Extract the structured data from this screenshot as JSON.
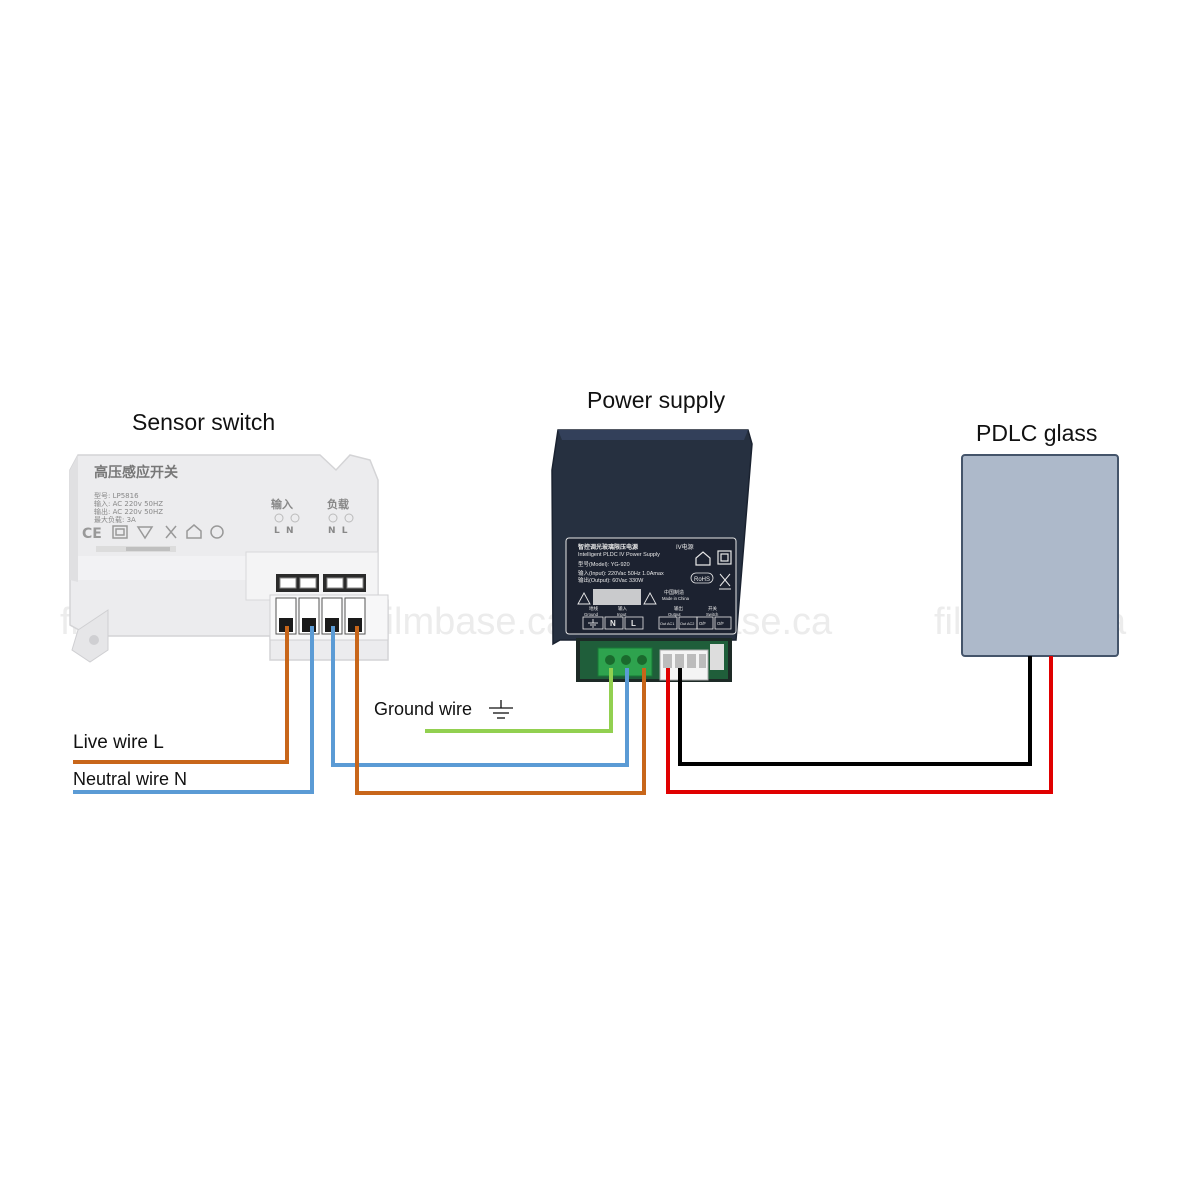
{
  "watermark": "filmbase.ca",
  "labels": {
    "sensor_switch": "Sensor switch",
    "power_supply": "Power supply",
    "pdlc_glass": "PDLC glass",
    "ground_wire": "Ground wire",
    "live_wire": "Live wire L",
    "neutral_wire": "Neutral wire N"
  },
  "sensor_device": {
    "title_cn": "高压感应开关",
    "model_line": "型号: LP5816",
    "input_line": "输入: AC 220v 50HZ",
    "output_line": "输出: AC 220v 50HZ",
    "max_load_line": "最大负载: 3A",
    "input_cn": "输入",
    "load_cn": "负载",
    "input_terminals": "L  N",
    "load_terminals": "N  L"
  },
  "power_device": {
    "title_cn": "智控调光玻璃限压电源",
    "title_suffix": "IV电源",
    "title_en": "Intelligent PLDC IV Power Supply",
    "model": "型号(Model): YG-920",
    "input": "输入(Input): 220Vac 50Hz 1.0Amax",
    "output": "输出(Output): 60Vac  330W",
    "made_cn": "中国制造",
    "made_en": "Made in China",
    "rohs": "RoHS",
    "ground_cn": "地线",
    "ground_en": "Ground",
    "input_cn": "输入",
    "input_en": "Input",
    "output_cn": "输出",
    "output_en": "Output",
    "switch_cn": "开关",
    "switch_en": "Switch",
    "terminal_n": "N",
    "terminal_l": "L",
    "out_ac1": "Out AC1",
    "out_ac2": "Out AC2",
    "onoff_1": "O/F",
    "onoff_2": "O/F"
  },
  "colors": {
    "live": "#c8661a",
    "neutral": "#5b9bd5",
    "ground": "#92d050",
    "out_black": "#000000",
    "out_red": "#e00000",
    "pdlc_fill": "#adb9ca",
    "pdlc_border": "#44546a",
    "psu_body": "#263040"
  }
}
